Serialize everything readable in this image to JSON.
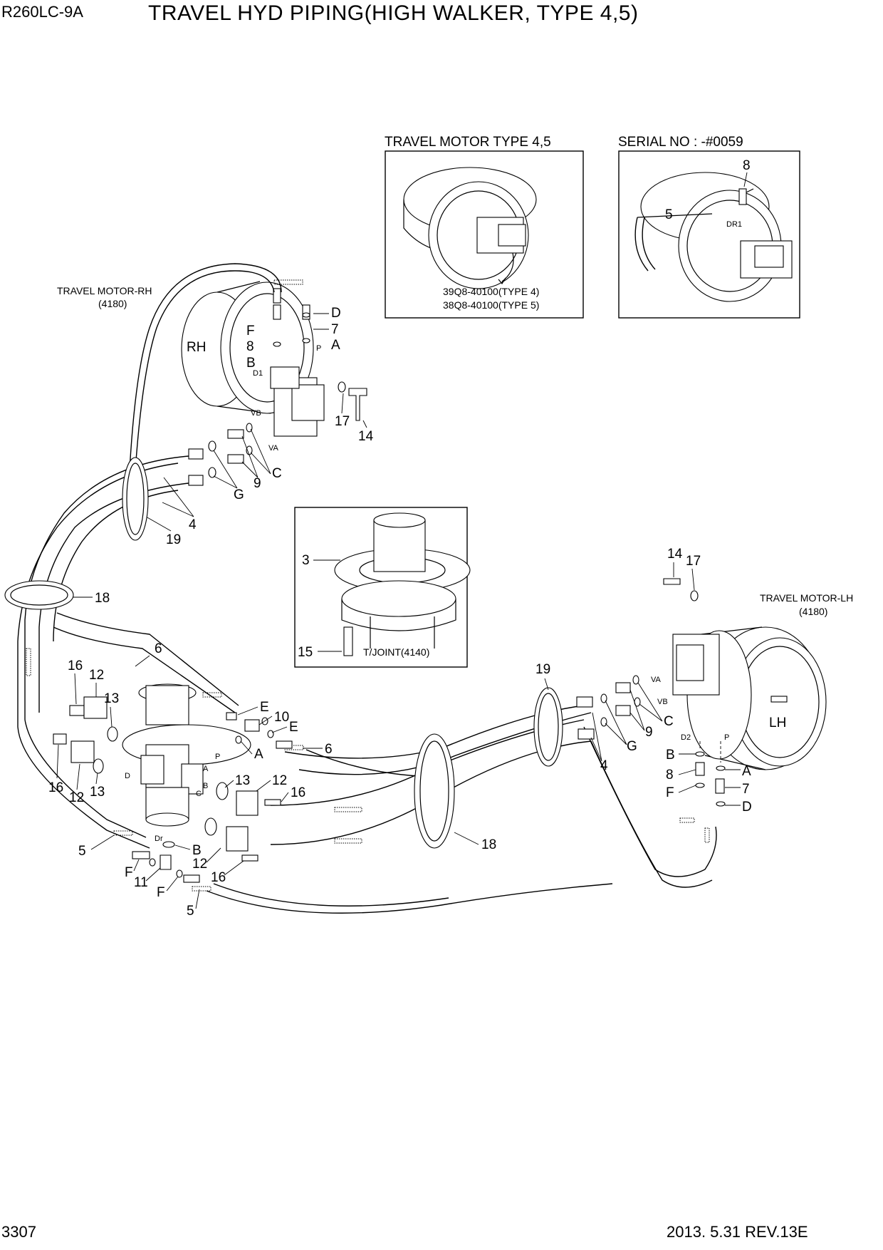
{
  "header": {
    "model": "R260LC-9A",
    "title": "TRAVEL HYD PIPING(HIGH WALKER, TYPE 4,5)"
  },
  "footer": {
    "page_number": "3307",
    "revision": "2013. 5.31  REV.13E"
  },
  "insets": {
    "motor_type": {
      "caption": "TRAVEL MOTOR TYPE 4,5",
      "part_type4": "39Q8-40100(TYPE 4)",
      "part_type5": "38Q8-40100(TYPE 5)"
    },
    "serial": {
      "caption": "SERIAL NO : -#0059",
      "port": "DR1",
      "callouts": [
        "8",
        "5"
      ]
    },
    "joint": {
      "caption": "T/JOINT(4140)",
      "callouts": [
        "3",
        "15"
      ]
    }
  },
  "motors": {
    "rh": {
      "caption": "TRAVEL MOTOR-RH",
      "code": "(4180)",
      "side": "RH"
    },
    "lh": {
      "caption": "TRAVEL MOTOR-LH",
      "code": "(4180)",
      "side": "LH"
    }
  },
  "ports": {
    "rh": [
      "D1",
      "VB",
      "VA",
      "P"
    ],
    "lh": [
      "VA",
      "VB",
      "D2",
      "P"
    ],
    "joint": [
      "D",
      "A",
      "B",
      "C",
      "P",
      "Dr"
    ]
  },
  "callouts": {
    "rh": [
      "D",
      "7",
      "F",
      "A",
      "8",
      "B",
      "17",
      "14",
      "C",
      "9",
      "G",
      "4",
      "19"
    ],
    "center": [
      "18",
      "6",
      "16",
      "12",
      "13",
      "E",
      "10",
      "E",
      "A",
      "6",
      "16",
      "12",
      "13",
      "13",
      "12",
      "16",
      "B",
      "5",
      "F",
      "11",
      "F",
      "12",
      "16",
      "5",
      "18"
    ],
    "lh": [
      "14",
      "17",
      "19",
      "C",
      "9",
      "G",
      "4",
      "B",
      "A",
      "8",
      "7",
      "F",
      "D"
    ]
  }
}
